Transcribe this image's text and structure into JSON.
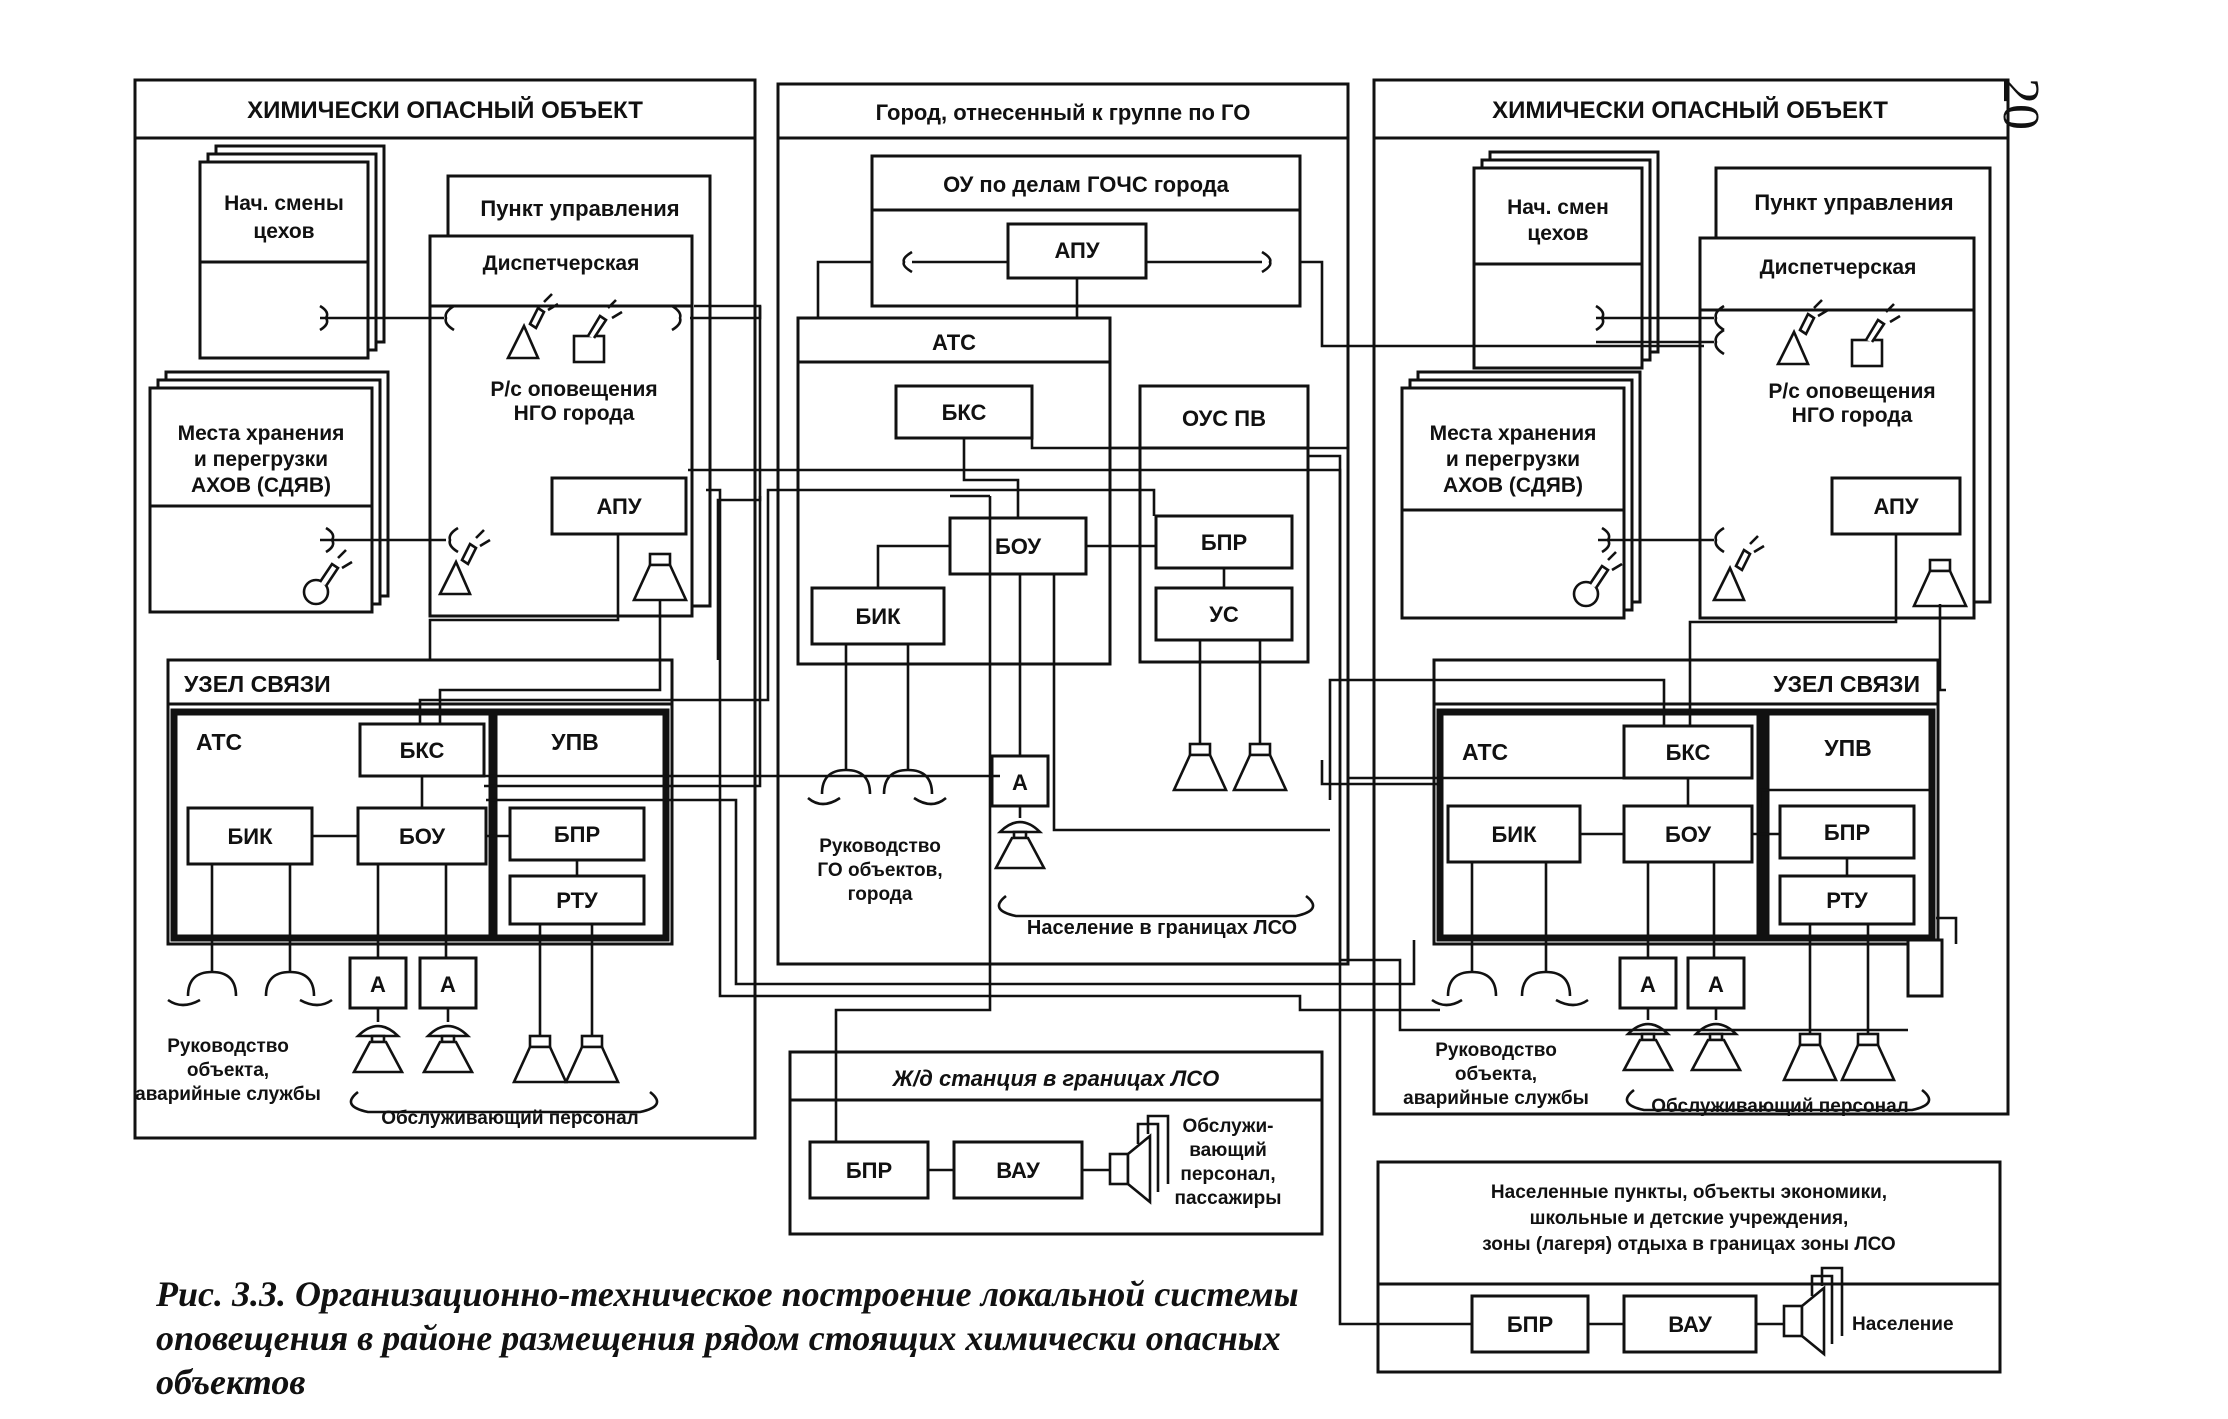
{
  "page": {
    "number": "20",
    "caption": "Рис. 3.3. Организационно-техническое построение локальной системы оповещения в районе размещения рядом стоящих химически опасных объектов"
  },
  "left_object": {
    "title": "ХИМИЧЕСКИ ОПАСНЫЙ ОБЪЕКТ",
    "shift_chief": [
      "Нач. смены",
      "цехов"
    ],
    "storage": [
      "Места хранения",
      "и перегрузки",
      "АХОВ (СДЯВ)"
    ],
    "control_point": "Пункт управления",
    "dispatch": "Диспетчерская",
    "radio": [
      "Р/с оповещения",
      "НГО города"
    ],
    "apu": "АПУ",
    "node": "УЗЕЛ СВЯЗИ",
    "ats": "АТС",
    "bks": "БКС",
    "upv": "УПВ",
    "bik": "БИК",
    "bou": "БОУ",
    "bpr": "БПР",
    "rtu": "РТУ",
    "amp": "А",
    "management": [
      "Руководство",
      "объекта,",
      "аварийные службы"
    ],
    "staff": "Обслуживающий персонал"
  },
  "city": {
    "title": "Город, отнесенный к группе по ГО",
    "ou": "ОУ по делам ГОЧС города",
    "apu": "АПУ",
    "ats": "АТС",
    "bks": "БКС",
    "bou": "БОУ",
    "bik": "БИК",
    "ous": "ОУС ПВ",
    "bpr": "БПР",
    "us": "УС",
    "amp": "А",
    "management": [
      "Руководство",
      "ГО объектов,",
      "города"
    ],
    "population": "Население в границах ЛСО"
  },
  "station": {
    "title": "Ж/д станция в границах ЛСО",
    "bpr": "БПР",
    "vau": "ВАУ",
    "people": [
      "Обслужи-",
      "вающий",
      "персонал,",
      "пассажиры"
    ]
  },
  "right_object": {
    "title": "ХИМИЧЕСКИ ОПАСНЫЙ ОБЪЕКТ",
    "shift_chief": [
      "Нач. смен",
      "цехов"
    ],
    "storage": [
      "Места хранения",
      "и перегрузки",
      "АХОВ (СДЯВ)"
    ],
    "control_point": "Пункт управления",
    "dispatch": "Диспетчерская",
    "radio": [
      "Р/с оповещения",
      "НГО города"
    ],
    "apu": "АПУ",
    "node": "УЗЕЛ СВЯЗИ",
    "ats": "АТС",
    "bks": "БКС",
    "upv": "УПВ",
    "bik": "БИК",
    "bou": "БОУ",
    "bpr": "БПР",
    "rtu": "РТУ",
    "amp": "А",
    "management": [
      "Руководство",
      "объекта,",
      "аварийные службы"
    ],
    "staff": "Обслуживающий персонал"
  },
  "settlements": {
    "text": [
      "Населенные пункты, объекты экономики,",
      "школьные и детские учреждения,",
      "зоны (лагеря) отдыха в границах зоны ЛСО"
    ],
    "bpr": "БПР",
    "vau": "ВАУ",
    "people": "Население"
  }
}
